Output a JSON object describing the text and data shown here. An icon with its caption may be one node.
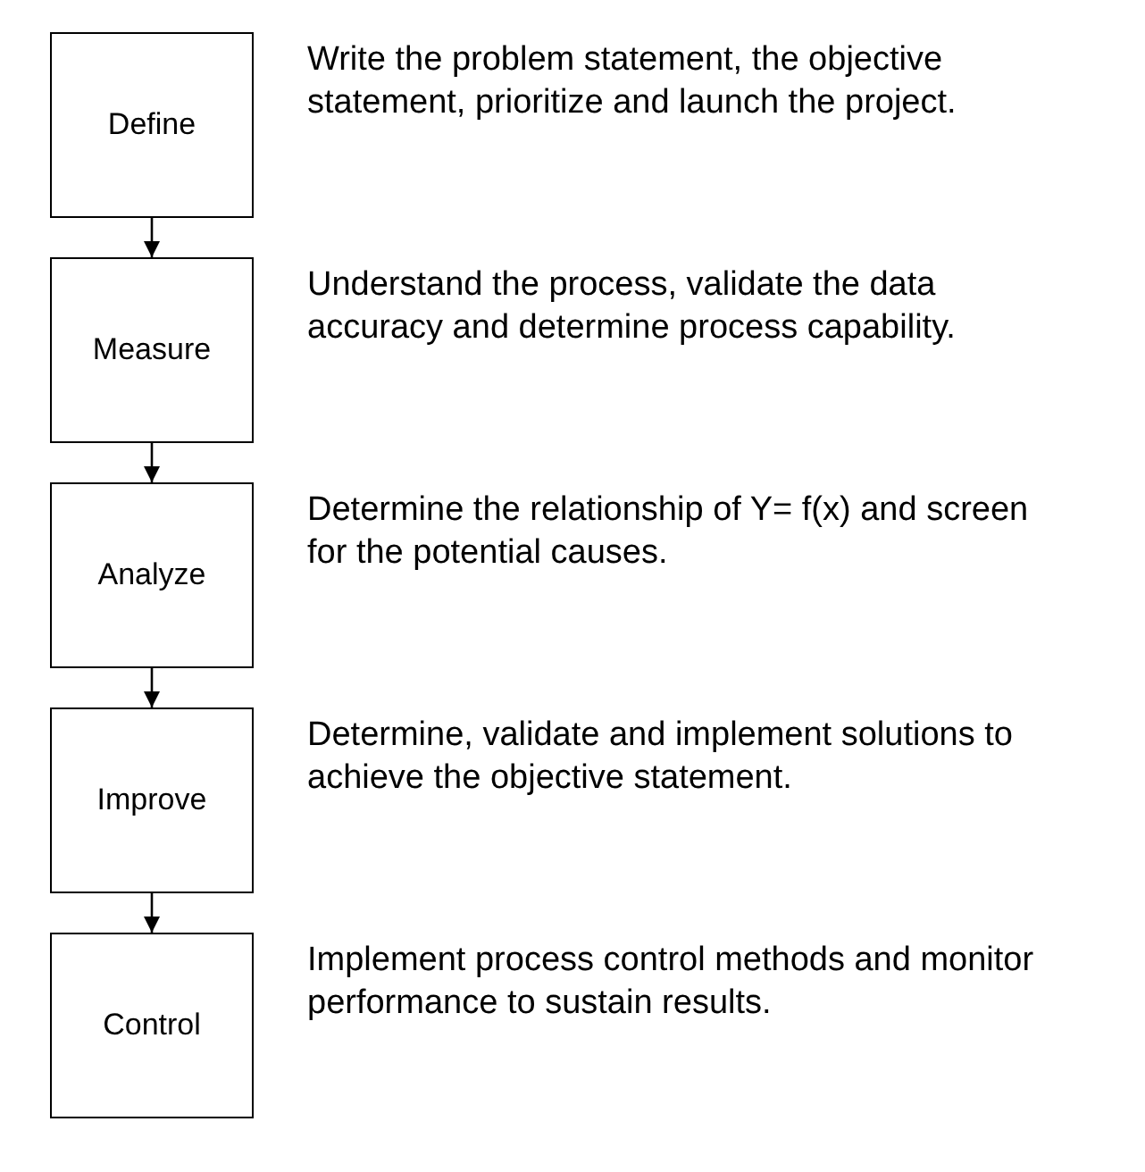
{
  "diagram": {
    "nodes": [
      {
        "text": [
          "Define"
        ],
        "beside": [
          "Write the problem statement, the objective statement, prioritize and launch the project."
        ]
      },
      {
        "text": [
          "Measure"
        ],
        "beside": [
          "Understand the process, validate the data accuracy and determine process capability."
        ]
      },
      {
        "text": [
          "Analyze"
        ],
        "beside": [
          "Determine the relationship of Y= f(x) and screen for the potential causes."
        ]
      },
      {
        "text": [
          "Improve"
        ],
        "beside": [
          "Determine, validate and implement solutions to achieve the objective statement."
        ]
      },
      {
        "text": [
          "Control"
        ],
        "beside": [
          "Implement process control methods and monitor performance to sustain results."
        ]
      }
    ],
    "edges": [
      {
        "from": 0,
        "to": 1,
        "arrow": "to"
      },
      {
        "from": 1,
        "to": 2,
        "arrow": "to"
      },
      {
        "from": 2,
        "to": 3,
        "arrow": "to"
      },
      {
        "from": 3,
        "to": 4,
        "arrow": "to"
      }
    ]
  }
}
